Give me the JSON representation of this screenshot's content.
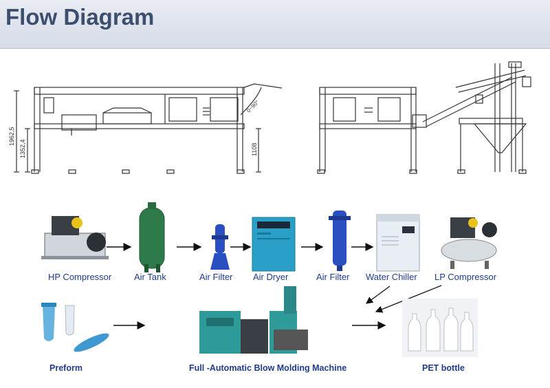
{
  "header": {
    "title": "Flow Diagram"
  },
  "dimensions": {
    "overall_height": "1962,5",
    "mid_height": "1352,4",
    "right_height": "1108",
    "angle": "0~90°"
  },
  "flow": {
    "row1": [
      {
        "label": "HP   Compressor",
        "icon": "compressor-icon"
      },
      {
        "label": "Air Tank",
        "icon": "air-tank-icon"
      },
      {
        "label": "Air Filter",
        "icon": "air-filter-icon"
      },
      {
        "label": "Air Dryer",
        "icon": "air-dryer-icon"
      },
      {
        "label": "Air Filter",
        "icon": "air-filter-icon"
      },
      {
        "label": "Water Chiller",
        "icon": "water-chiller-icon"
      },
      {
        "label": "LP Compressor",
        "icon": "compressor-icon"
      }
    ],
    "row2": [
      {
        "label": "Preform",
        "icon": "preform-icon"
      },
      {
        "label": "Full -Automatic Blow Molding Machine",
        "icon": "blow-molding-machine-icon"
      },
      {
        "label": "PET bottle",
        "icon": "pet-bottle-icon"
      }
    ]
  },
  "colors": {
    "title": "#3d4f6e",
    "label": "#1f3c8c",
    "tank": "#2f7a4a",
    "filter": "#2a4fc0",
    "dryer": "#2aa0c8",
    "machine": "#2f9a9a"
  }
}
